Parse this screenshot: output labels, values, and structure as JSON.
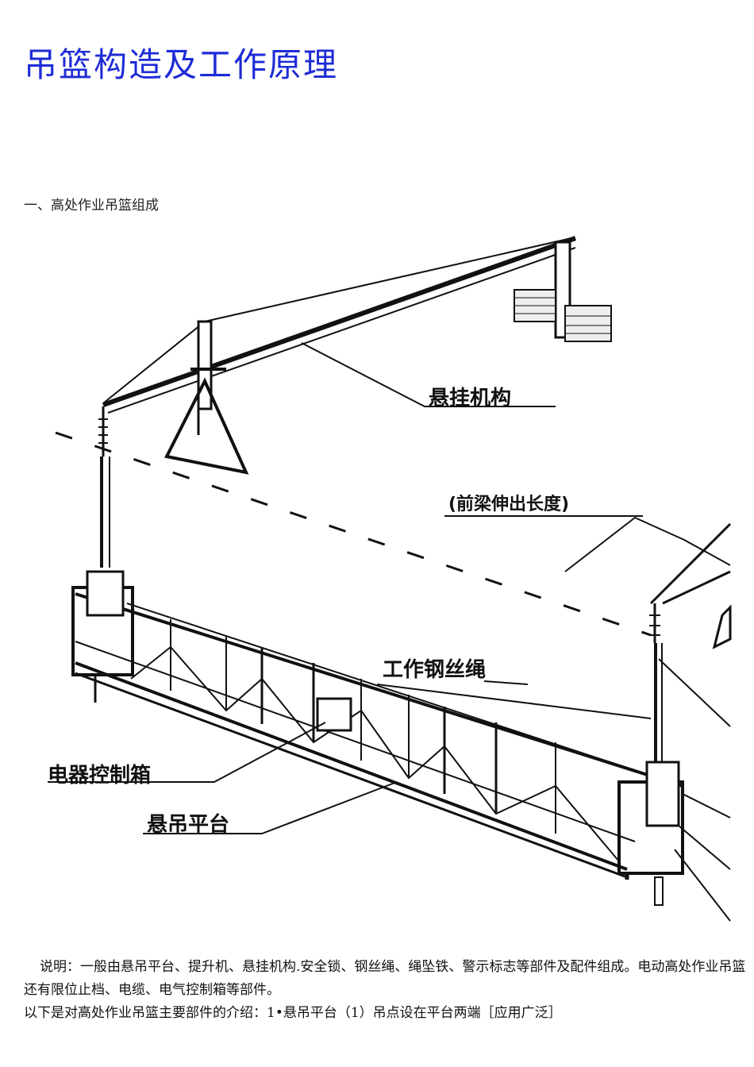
{
  "page": {
    "title": "吊篮构造及工作原理",
    "section_heading": "一、高处作业吊篮组成"
  },
  "figure": {
    "labels": {
      "suspension": "悬挂机构",
      "beam_extension": "(前梁伸出长度)",
      "wire_rope": "工作钢丝绳",
      "control_box": "电器控制箱",
      "platform": "悬吊平台"
    }
  },
  "body": {
    "paragraph_1": "说明：一般由悬吊平台、提升机、悬挂机构.安全锁、钢丝绳、绳坠铁、警示标志等部件及配件组成。电动高处作业吊篮还有限位止档、电缆、电气控制箱等部件。",
    "paragraph_2": "以下是对高处作业吊篮主要部件的介绍：1•悬吊平台（1）吊点设在平台两端［应用广泛］"
  }
}
